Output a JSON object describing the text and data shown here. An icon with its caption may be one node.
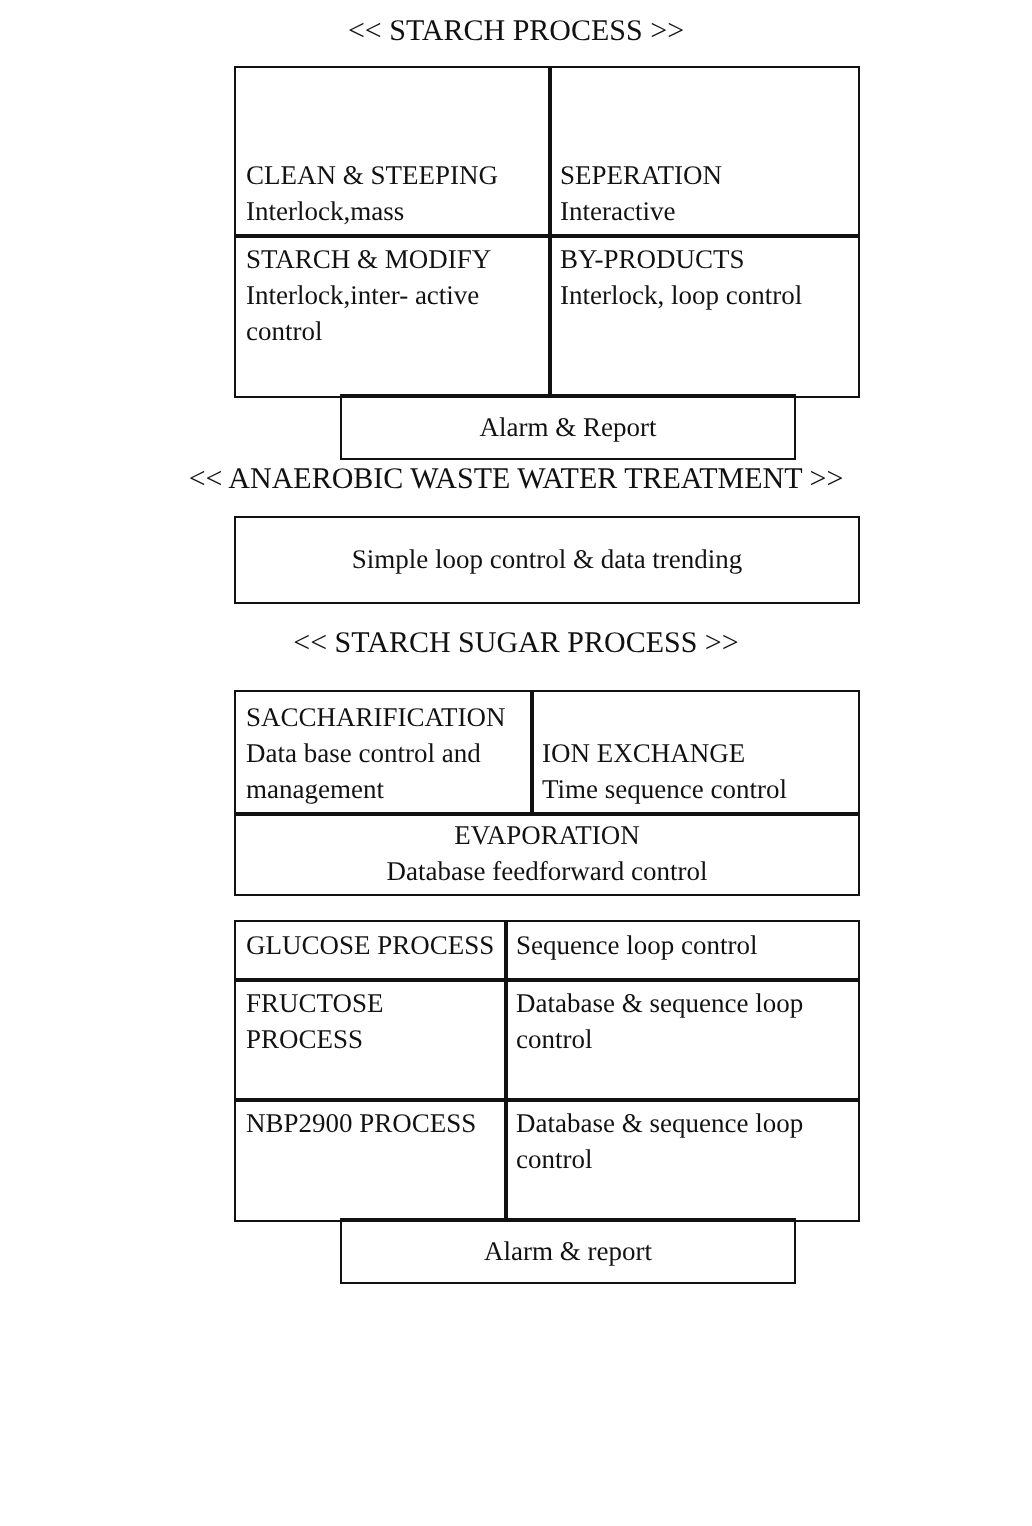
{
  "diagram": {
    "nodes": [
      {
        "text": [
          "CLEAN & STEEPING",
          "Interlock,mass"
        ]
      },
      {
        "text": [
          "SEPERATION",
          "Interactive"
        ]
      },
      {
        "text": [
          "STARCH & MODIFY",
          "Interlock,inter- active control"
        ]
      },
      {
        "text": [
          "BY-PRODUCTS",
          "Interlock, loop control"
        ]
      },
      {
        "text": [
          "Alarm & Report"
        ]
      },
      {
        "text": [
          "Simple loop control & data trending"
        ]
      },
      {
        "text": [
          "SACCHARIFICATION",
          "Data base control and management"
        ]
      },
      {
        "text": [
          "ION EXCHANGE",
          "Time sequence control"
        ]
      },
      {
        "text": [
          "EVAPORATION",
          "Database feedforward control"
        ]
      },
      {
        "text": [
          "GLUCOSE PROCESS"
        ]
      },
      {
        "text": [
          "Sequence loop control"
        ]
      },
      {
        "text": [
          "FRUCTOSE PROCESS"
        ]
      },
      {
        "text": [
          "Database & sequence loop control"
        ]
      },
      {
        "text": [
          "NBP2900 PROCESS"
        ]
      },
      {
        "text": [
          "Database & sequence loop control"
        ]
      },
      {
        "text": [
          "Alarm & report"
        ]
      }
    ],
    "edges": [],
    "labels": [
      "<< STARCH PROCESS >>",
      "<< ANAEROBIC WASTE WATER TREATMENT >>",
      "<< STARCH SUGAR PROCESS >>"
    ]
  }
}
